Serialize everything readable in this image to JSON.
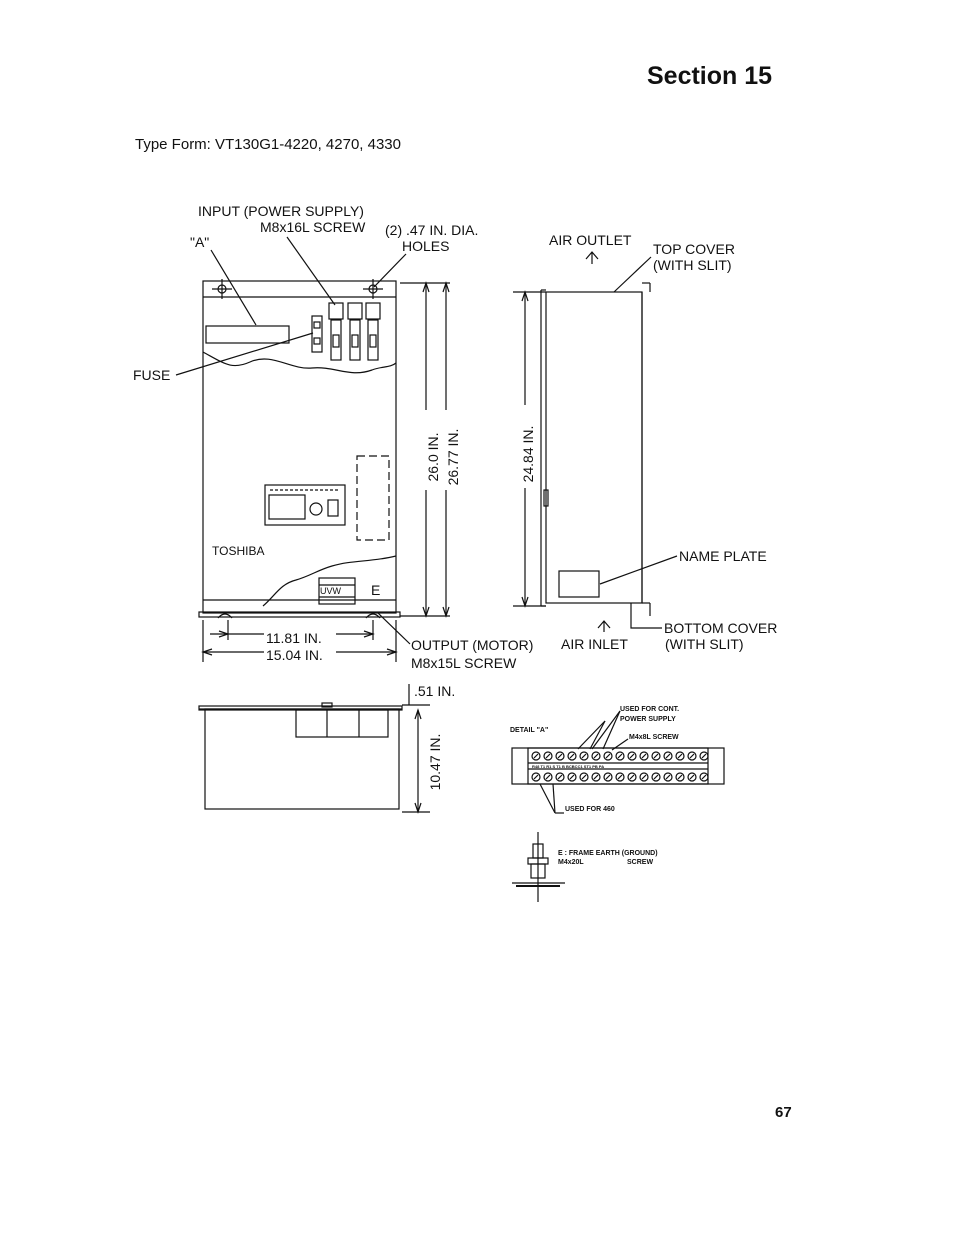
{
  "header": {
    "section": "Section 15"
  },
  "type_form": "Type Form: VT130G1-4220, 4270, 4330",
  "front_view": {
    "input_label": "INPUT (POWER SUPPLY)",
    "input_screw": "M8x16L SCREW",
    "detail_a": "\"A\"",
    "holes_qty": "(2)  .47 IN. DIA.",
    "holes": "HOLES",
    "fuse": "FUSE",
    "brand": "TOSHIBA",
    "uvw": "UVW",
    "earth_mark": "E",
    "dim_height_inner": "26.0 IN.",
    "dim_height_outer": "26.77 IN.",
    "dim_width_inner": "11.81 IN.",
    "dim_width_outer": "15.04 IN.",
    "output_label": "OUTPUT (MOTOR)",
    "output_screw": "M8x15L SCREW"
  },
  "side_view": {
    "air_outlet": "AIR OUTLET",
    "top_cover": "TOP COVER",
    "top_cover_slit": "(WITH SLIT)",
    "dim_height": "24.84 IN.",
    "name_plate": "NAME PLATE",
    "air_inlet": "AIR INLET",
    "bottom_cover": "BOTTOM COVER",
    "bottom_cover_slit": "(WITH SLIT)"
  },
  "bottom_view": {
    "dim_offset": ".51 IN.",
    "dim_depth": "10.47 IN."
  },
  "detail_a": {
    "label": "DETAIL \"A\"",
    "used_for_cont": "USED FOR CONT.",
    "power_supply": "POWER SUPPLY",
    "screw": "M4x8L SCREW",
    "used_for_460": "USED FOR 460",
    "terminal_row": "R48   T1 R1 S T1 B BCBCC1   ST1   PB  PA"
  },
  "earth_detail": {
    "line1": "E : FRAME EARTH (GROUND)",
    "line2_a": "M4x20L",
    "line2_b": "SCREW"
  },
  "footer": {
    "page_number": "67"
  }
}
